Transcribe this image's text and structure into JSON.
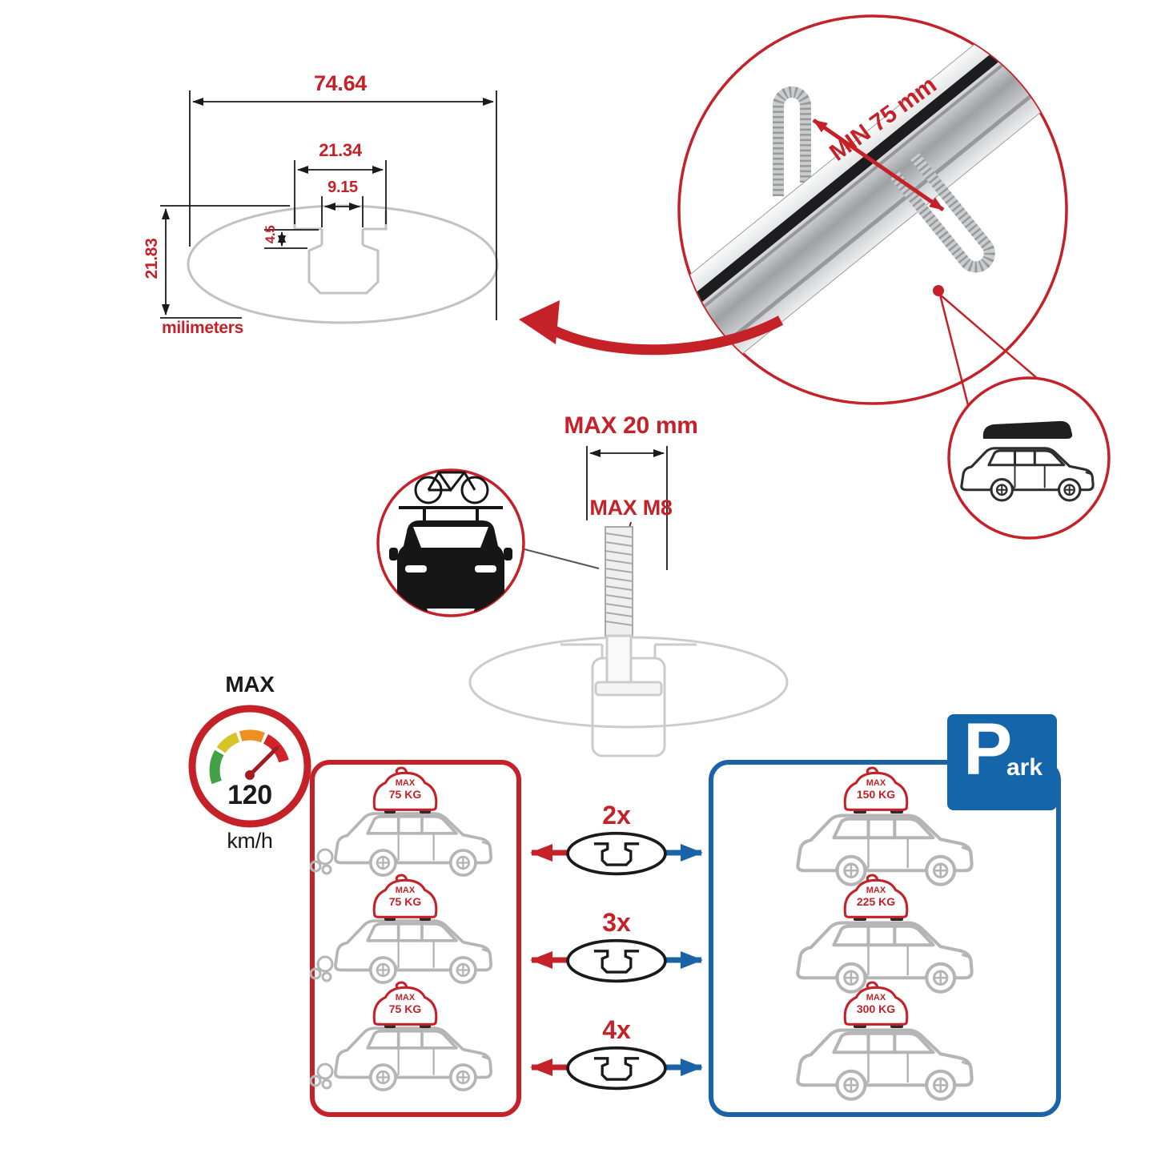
{
  "colors": {
    "accent_red": "#c42128",
    "accent_blue": "#1b63a8",
    "line_gray": "#c2c2c2",
    "text_dark": "#1a1a1a"
  },
  "tech_drawing": {
    "dim_total_width": "74.64",
    "dim_channel_width": "21.34",
    "dim_slot_width": "9.15",
    "dim_slot_depth": "4.5",
    "dim_total_height": "21.83",
    "units_label": "milimeters"
  },
  "bar_detail": {
    "min_grip_label": "MIN 75 mm"
  },
  "bolt_detail": {
    "max_length_label": "MAX 20 mm",
    "max_thread_label": "MAX M8"
  },
  "speed_gauge": {
    "title": "MAX",
    "value": "120",
    "unit": "km/h"
  },
  "park_sign": {
    "letter": "P",
    "suffix": "ark"
  },
  "load_rows": [
    {
      "multiplier": "2x",
      "left": {
        "line1": "MAX",
        "line2": "75 KG"
      },
      "right": {
        "line1": "MAX",
        "line2": "150 KG"
      }
    },
    {
      "multiplier": "3x",
      "left": {
        "line1": "MAX",
        "line2": "75 KG"
      },
      "right": {
        "line1": "MAX",
        "line2": "225 KG"
      }
    },
    {
      "multiplier": "4x",
      "left": {
        "line1": "MAX",
        "line2": "75 KG"
      },
      "right": {
        "line1": "MAX",
        "line2": "300 KG"
      }
    }
  ]
}
